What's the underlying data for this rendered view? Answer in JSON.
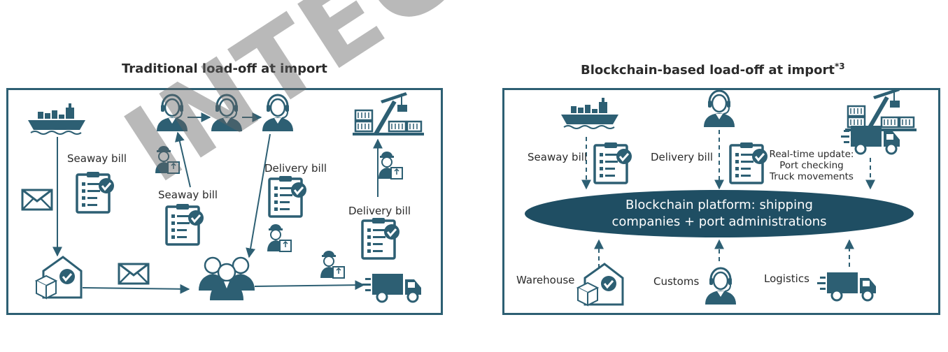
{
  "left_panel": {
    "title": "Traditional load-off at import",
    "labels": {
      "seaway_bill_1": "Seaway bill",
      "seaway_bill_2": "Seaway bill",
      "delivery_bill_1": "Delivery bill",
      "delivery_bill_2": "Delivery bill"
    }
  },
  "right_panel": {
    "title": "Blockchain-based load-off at import",
    "title_superscript": "*3",
    "labels": {
      "seaway_bill": "Seaway bill",
      "delivery_bill": "Delivery bill",
      "realtime_line1": "Real-time update:",
      "realtime_line2": "Port checking",
      "realtime_line3": "Truck movements",
      "warehouse": "Warehouse",
      "customs": "Customs",
      "logistics": "Logistics"
    },
    "platform_line1": "Blockchain platform: shipping",
    "platform_line2": "companies + port administrations"
  },
  "watermark": "INTEGRAL Co., Ltd",
  "colors": {
    "primary": "#2d5f73",
    "accent": "#1f4e63"
  }
}
